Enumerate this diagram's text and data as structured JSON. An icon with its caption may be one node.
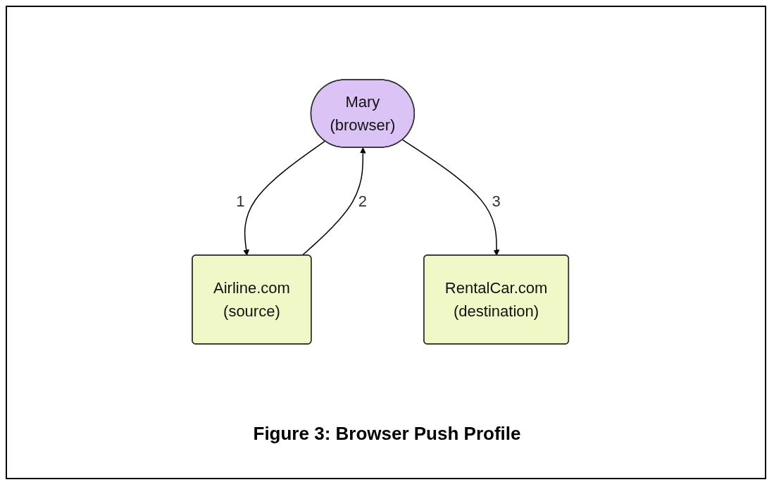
{
  "diagram": {
    "caption": "Figure 3: Browser Push Profile",
    "nodes": [
      {
        "text": [
          "Mary",
          "(browser)"
        ]
      },
      {
        "text": [
          "Airline.com",
          "(source)"
        ]
      },
      {
        "text": [
          "RentalCar.com",
          "(destination)"
        ]
      }
    ],
    "edges": [
      {
        "from": 0,
        "to": 1,
        "arrow": "to",
        "label": "1"
      },
      {
        "from": 1,
        "to": 0,
        "arrow": "to",
        "label": "2"
      },
      {
        "from": 0,
        "to": 2,
        "arrow": "to",
        "label": "3"
      }
    ]
  }
}
